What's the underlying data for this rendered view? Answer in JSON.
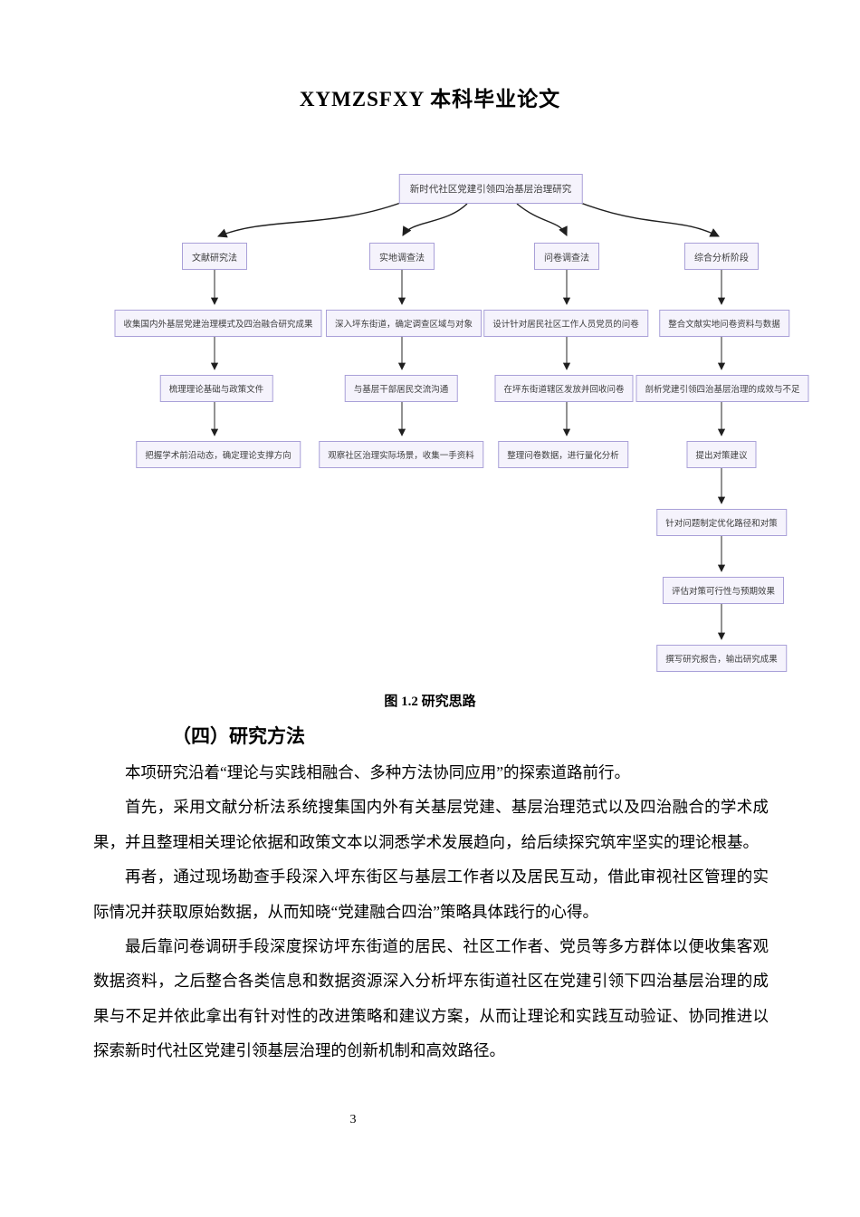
{
  "header": {
    "title": "XYMZSFXY 本科毕业论文"
  },
  "flowchart": {
    "root": "新时代社区党建引领四治基层治理研究",
    "columns": [
      {
        "method": "文献研究法",
        "steps": [
          "收集国内外基层党建治理模式及四治融合研究成果",
          "梳理理论基础与政策文件",
          "把握学术前沿动态，确定理论支撑方向"
        ]
      },
      {
        "method": "实地调查法",
        "steps": [
          "深入坪东街道，确定调查区域与对象",
          "与基层干部居民交流沟通",
          "观察社区治理实际场景，收集一手资料"
        ]
      },
      {
        "method": "问卷调查法",
        "steps": [
          "设计针对居民社区工作人员党员的问卷",
          "在坪东街道辖区发放并回收问卷",
          "整理问卷数据，进行量化分析"
        ]
      },
      {
        "method": "综合分析阶段",
        "steps": [
          "整合文献实地问卷资料与数据",
          "剖析党建引领四治基层治理的成效与不足",
          "提出对策建议",
          "针对问题制定优化路径和对策",
          "评估对策可行性与预期效果",
          "撰写研究报告，输出研究成果"
        ]
      }
    ],
    "box_fill_color": "#f5f3fc",
    "box_border_color": "#a9a0d8",
    "connector_color": "#1f1f1f"
  },
  "figure": {
    "caption": "图 1.2  研究思路"
  },
  "section": {
    "heading": "（四）研究方法"
  },
  "paragraphs": [
    "本项研究沿着“理论与实践相融合、多种方法协同应用”的探索道路前行。",
    "首先，采用文献分析法系统搜集国内外有关基层党建、基层治理范式以及四治融合的学术成果，并且整理相关理论依据和政策文本以洞悉学术发展趋向，给后续探究筑牢坚实的理论根基。",
    "再者，通过现场勘查手段深入坪东街区与基层工作者以及居民互动，借此审视社区管理的实际情况并获取原始数据，从而知晓“党建融合四治”策略具体践行的心得。",
    "最后靠问卷调研手段深度探访坪东街道的居民、社区工作者、党员等多方群体以便收集客观数据资料，之后整合各类信息和数据资源深入分析坪东街道社区在党建引领下四治基层治理的成果与不足并依此拿出有针对性的改进策略和建议方案，从而让理论和实践互动验证、协同推进以探索新时代社区党建引领基层治理的创新机制和高效路径。"
  ],
  "footer": {
    "page_number": "3"
  }
}
